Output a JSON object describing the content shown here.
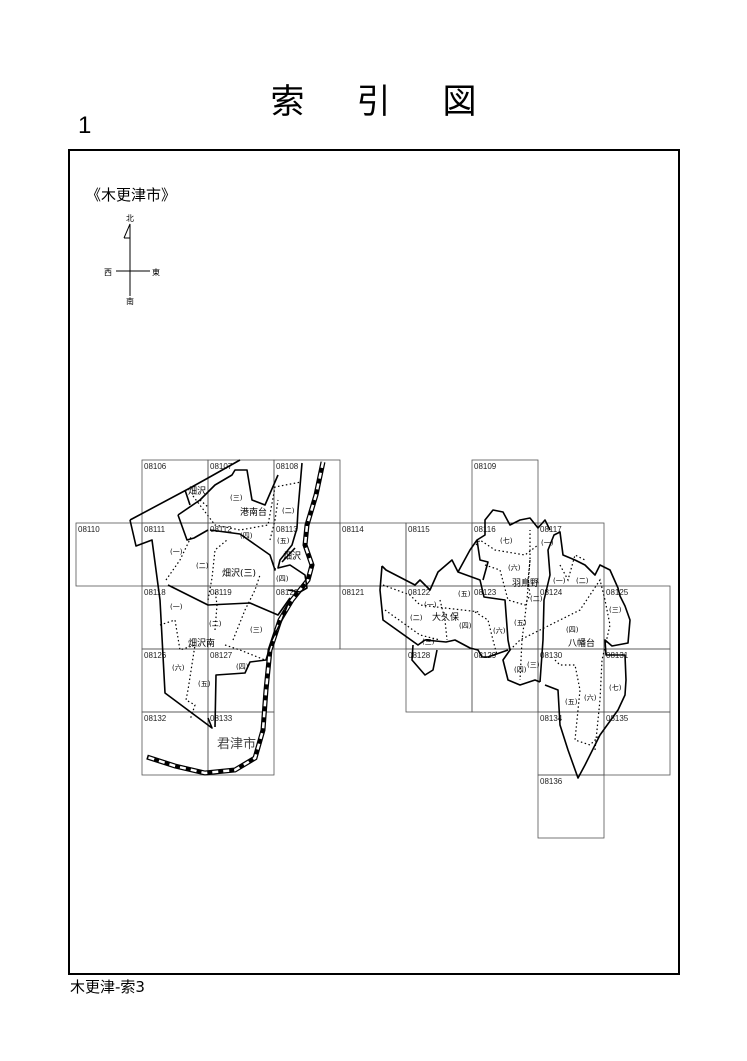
{
  "title": "索引図",
  "page_number": "1",
  "city": "《木更津市》",
  "compass": {
    "north": "北",
    "south": "南",
    "east": "東",
    "west": "西"
  },
  "footer": "木更津-索3",
  "cells": [
    "08106",
    "08107",
    "08108",
    "08109",
    "08110",
    "08111",
    "08112",
    "08113",
    "08114",
    "08115",
    "08116",
    "08117",
    "08118",
    "08119",
    "08120",
    "08121",
    "08122",
    "08123",
    "08124",
    "08125",
    "08126",
    "08127",
    "08128",
    "08129",
    "08130",
    "08131",
    "08132",
    "08133",
    "08134",
    "08135",
    "08136"
  ],
  "places": [
    "畑沢",
    "港南台",
    "畑沢",
    "畑沢(三)",
    "畑沢南",
    "君津市",
    "大久保",
    "羽鳥野",
    "八幡台"
  ],
  "sections": [
    "(三)",
    "(二)",
    "(四)",
    "(五)",
    "(一)",
    "(二)",
    "(四)",
    "(一)",
    "(二)",
    "(三)",
    "(六)",
    "(五)",
    "(四)",
    "(七)",
    "(六)",
    "(一)",
    "(五)",
    "(一)",
    "(二)",
    "(四)",
    "(三)",
    "(二)",
    "(五)",
    "(六)",
    "(四)",
    "(三)",
    "(一)",
    "(二)",
    "(三)",
    "(四)",
    "(五)",
    "(六)",
    "(七)"
  ]
}
